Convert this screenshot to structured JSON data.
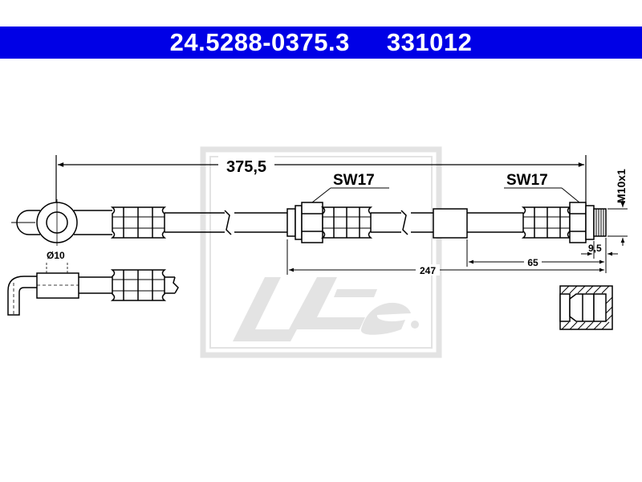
{
  "header": {
    "part_number": "24.5288-0375.3",
    "ref_number": "331012"
  },
  "dimensions": {
    "total_length": "375,5",
    "middle_length": "247",
    "right_length": "65",
    "thread_length": "9,5",
    "eye_diameter": "Ø10",
    "thread": "M10x1"
  },
  "labels": {
    "wrench_left": "SW17",
    "wrench_right": "SW17"
  },
  "colors": {
    "header_bg": "#0000e6",
    "line": "#000000",
    "watermark": "#e3e3e3"
  }
}
